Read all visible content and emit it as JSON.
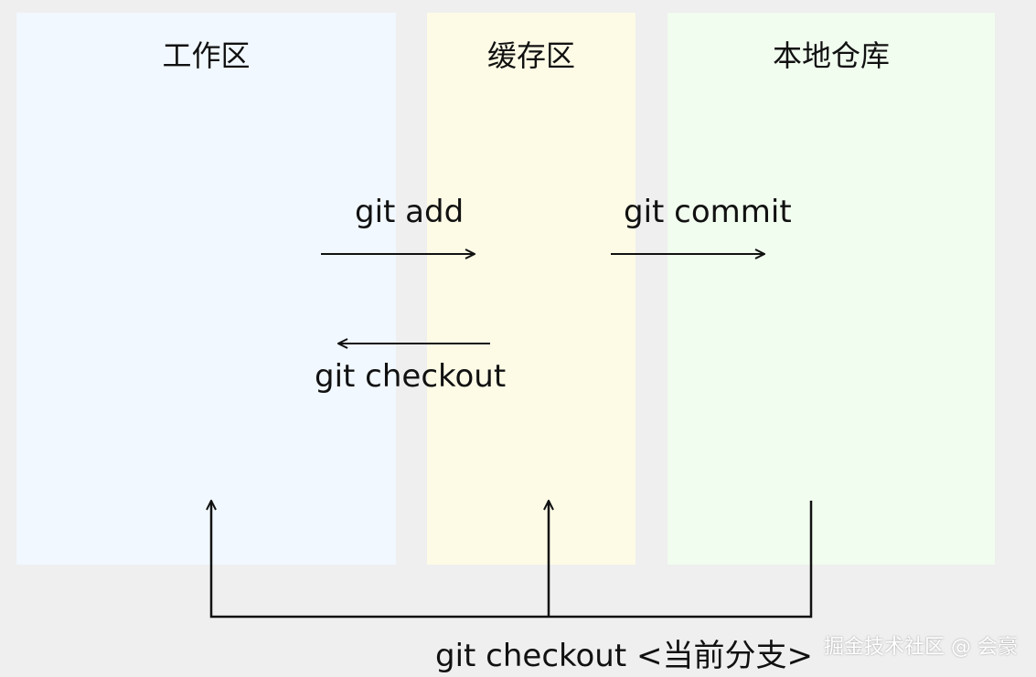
{
  "zones": {
    "working": "工作区",
    "staging": "缓存区",
    "local_repo": "本地仓库"
  },
  "commands": {
    "add": "git add",
    "commit": "git commit",
    "checkout": "git checkout",
    "checkout_branch": "git checkout <当前分支>"
  },
  "watermark": "掘金技术社区 @ 会豪",
  "colors": {
    "background": "#efefef",
    "working_zone": "#f1f8ff",
    "staging_zone": "#fdfbe6",
    "repo_zone": "#f1fdef",
    "arrow": "#111111"
  }
}
